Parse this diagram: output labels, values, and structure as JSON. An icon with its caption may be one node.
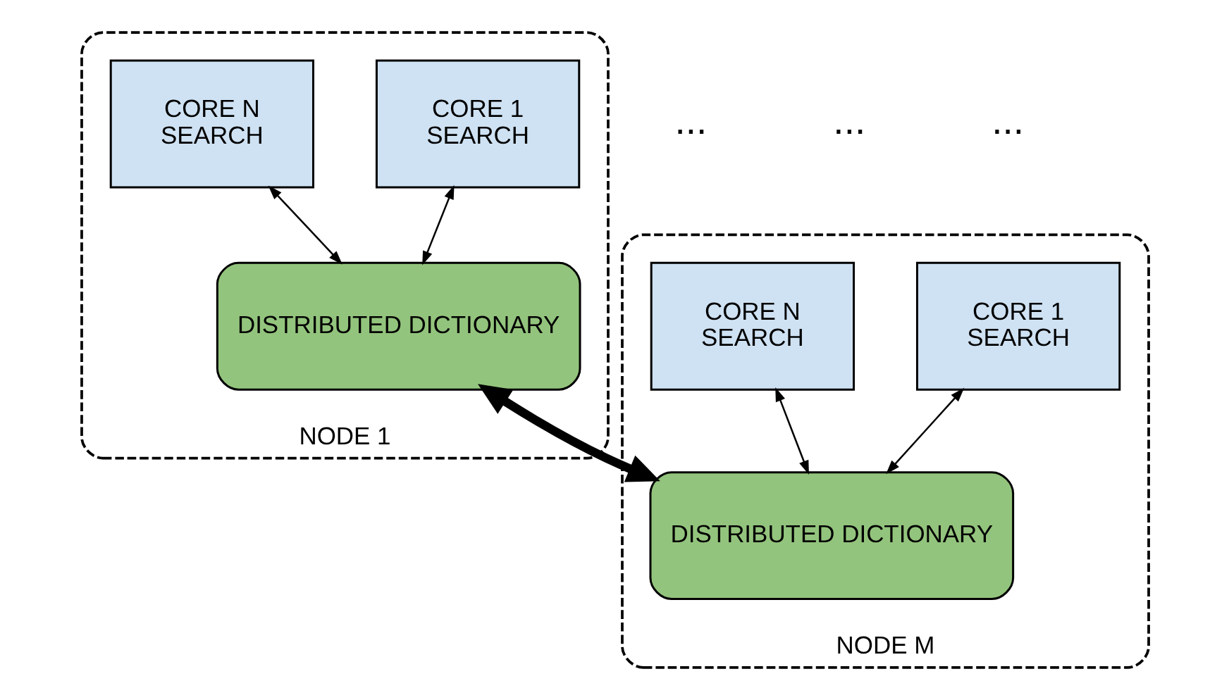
{
  "diagram": {
    "nodes": [
      {
        "text": [
          "NODE 1"
        ]
      },
      {
        "text": [
          "CORE 1",
          "SEARCH"
        ],
        "in": 0
      },
      {
        "text": [
          "CORE N",
          "SEARCH"
        ],
        "in": 0
      },
      {
        "text": [
          "DISTRIBUTED DICTIONARY"
        ],
        "in": 0
      },
      {
        "text": [
          "NODE M"
        ]
      },
      {
        "text": [
          "CORE 1",
          "SEARCH"
        ],
        "in": 4
      },
      {
        "text": [
          "CORE N",
          "SEARCH"
        ],
        "in": 4
      },
      {
        "text": [
          "DISTRIBUTED DICTIONARY"
        ],
        "in": 4
      }
    ],
    "edges": [
      {
        "from": 1,
        "to": 3,
        "arrow": "both"
      },
      {
        "from": 2,
        "to": 3,
        "arrow": "both"
      },
      {
        "from": 5,
        "to": 7,
        "arrow": "both"
      },
      {
        "from": 6,
        "to": 7,
        "arrow": "both"
      },
      {
        "from": 3,
        "to": 7,
        "arrow": "both",
        "style": "thick"
      }
    ],
    "labels": [
      "...",
      "...",
      "..."
    ]
  }
}
